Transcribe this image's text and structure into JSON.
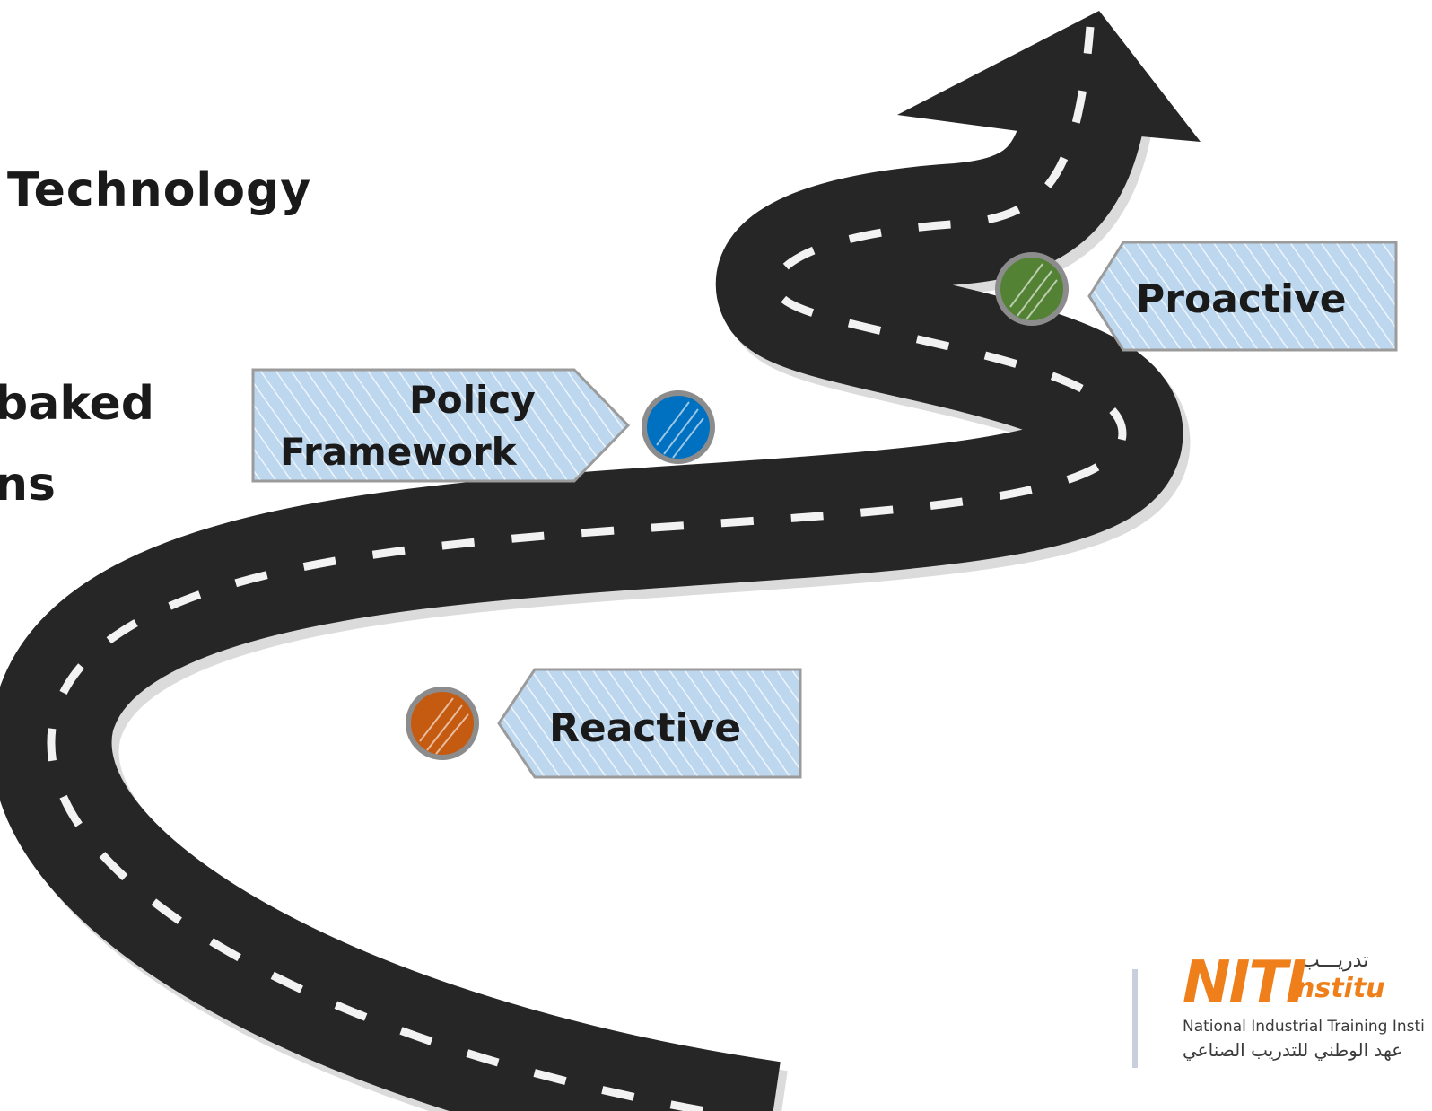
{
  "left_text": {
    "line1": "Technology",
    "line2": "baked",
    "line3": "ns"
  },
  "milestones": [
    {
      "label": "Reactive",
      "dot_color": "#c55a11"
    },
    {
      "label_line1": "Policy",
      "label_line2": "Framework",
      "dot_color": "#0070c0"
    },
    {
      "label": "Proactive",
      "dot_color": "#548235"
    }
  ],
  "colors": {
    "road": "#222222",
    "road_marking": "#ffffff",
    "tag_fill": "#bdd7ee",
    "tag_border": "#9b9b9b",
    "dot_ring": "#8c8c8c"
  },
  "logo": {
    "brand": "NITI",
    "suffix": "nstitu",
    "arabic_top": "تدريـــب",
    "english": "National Industrial Training Insti",
    "arabic": "عهد الوطني للتدريب الصناعي"
  }
}
